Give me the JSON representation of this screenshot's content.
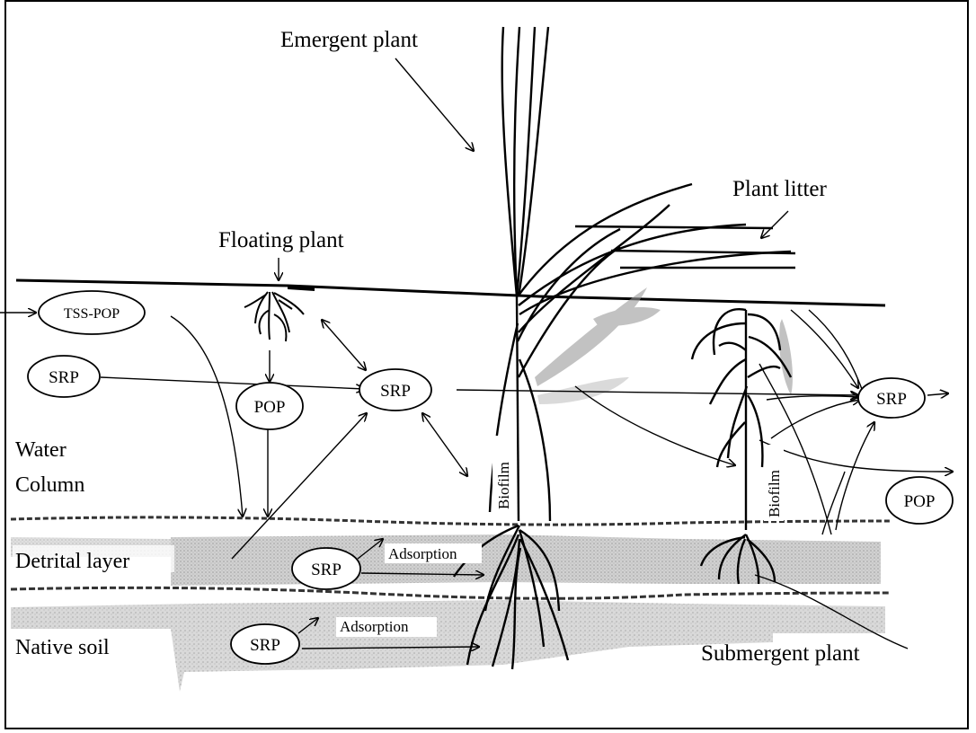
{
  "labels": {
    "emergent_plant": "Emergent  plant",
    "plant_litter": "Plant litter",
    "floating_plant": "Floating plant",
    "water_column_1": "Water",
    "water_column_2": "Column",
    "detrital_layer": "Detrital layer",
    "native_soil": "Native soil",
    "submergent_plant": "Submergent plant",
    "biofilm_1": "Biofilm",
    "biofilm_2": "Biofilm",
    "adsorption_1": "Adsorption",
    "adsorption_2": "Adsorption"
  },
  "ovals": {
    "tss_pop": "TSS-POP",
    "srp_left": "SRP",
    "pop_mid": "POP",
    "srp_center": "SRP",
    "srp_right": "SRP",
    "pop_right": "POP",
    "srp_detrital": "SRP",
    "srp_soil": "SRP"
  },
  "colors": {
    "ink": "#000000",
    "sediment": "#bdbdbd",
    "sediment_dark": "#9a9a9a",
    "background": "#ffffff"
  }
}
